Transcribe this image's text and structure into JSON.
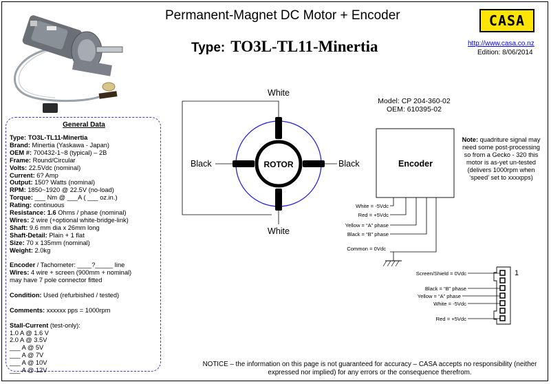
{
  "header": {
    "title": "Permanent-Magnet DC Motor + Encoder",
    "type_label": "Type:",
    "type_value": "TO3L-TL11-Minertia",
    "logo_text": "CASA",
    "url": "http://www.casa.co.nz",
    "edition": "Edition: 8/06/2014"
  },
  "general_data": {
    "heading": "General Data",
    "lines": {
      "type": {
        "label": "Type:",
        "value": " TO3L-TL11-Minertia"
      },
      "brand": {
        "label": "Brand:",
        "value": " Minertia (Yaskawa - Japan)"
      },
      "oem": {
        "label": "OEM #:",
        "value": " 700432-1~8 (typical) – 2B"
      },
      "frame": {
        "label": "Frame:",
        "value": " Round/Circular"
      },
      "volts": {
        "label": "Volts:",
        "value": " 22.5Vdc (nominal)"
      },
      "current": {
        "label": "Current:",
        "value": " 6? Amp"
      },
      "output": {
        "label": "Output:",
        "value": " 150? Watts (nominal)"
      },
      "rpm": {
        "label": "RPM:",
        "value": " 1850~1920 @ 22.5V (no-load)"
      },
      "torque": {
        "label": "Torque:",
        "value": "  ___ Nm @ ___A ( ___ oz.in.)"
      },
      "rating": {
        "label": "Rating:",
        "value": " continuous"
      },
      "resistance": {
        "label": "Resistance: 1.6",
        "value": "  Ohms / phase (nominal)"
      },
      "wires": {
        "label": "Wires:",
        "value": " 2 wire (+optional white-bridge-link)"
      },
      "shaft": {
        "label": "Shaft:",
        "value": " 9.6 mm dia x 26mm long"
      },
      "shaft_detail": {
        "label": "Shaft-Detail:",
        "value": " Plain + 1 flat"
      },
      "size": {
        "label": "Size:",
        "value": " 70 x 135mm (nominal)"
      },
      "weight": {
        "label": "Weight:",
        "value": " 2.0kg"
      },
      "encoder": {
        "label": "Encoder",
        "value": " / Tachometer: ____?_____ line"
      },
      "enc_wires": {
        "label": "Wires:",
        "value": " 4 wire + screen (900mm + nominal)"
      },
      "enc_note": "may have 7 pole connector fitted",
      "condition": {
        "label": "Condition:",
        "value": " Used (refurbished / tested)"
      },
      "comments": {
        "label": "Comments:",
        "value": " xxxxxx pps = 1000rpm"
      },
      "stall": {
        "label": "Stall-Current",
        "value": " (test-only):"
      },
      "stall_rows": [
        "1.0 A @ 1.6 V",
        "2.0 A @ 3.5V",
        "___ A @ 5V",
        "___ A @ 7V",
        "___ A @ 10V",
        "___ A @ 12V"
      ]
    }
  },
  "motor_diagram": {
    "white_top": "White",
    "white_bottom": "White",
    "black_left": "Black",
    "black_right": "Black",
    "rotor": "ROTOR"
  },
  "encoder_diagram": {
    "model": "Model: CP 204-360-02",
    "oem": "OEM: 610395-02",
    "box_label": "Encoder",
    "wires": [
      "White = -5Vdc",
      "Red = +5Vdc",
      "Yellow = “A” phase",
      "Black = “B” phase",
      "Common = 0Vdc"
    ]
  },
  "connector": {
    "pin_number": "1",
    "labels": [
      "Screen/Shield = 0Vdc",
      "Black = “B” phase",
      "Yellow = “A” phase",
      "White = -5Vdc",
      "Red = +5Vdc"
    ]
  },
  "note": {
    "label": "Note:",
    "text": " quadriture signal may need some post-processing so from a Gecko - 320 this motor is as-yet un-tested (delivers 1000rpm when ‘speed’ set to xxxxpps)"
  },
  "notice": "NOTICE – the information on this page is not guaranteed for accuracy – CASA accepts no responsibility (neither expressed nor implied) for any errors or the consequence therefrom.",
  "colors": {
    "logo_bg": "#ffe500",
    "panel_border": "#3a3acc",
    "circle": "#2222dd"
  }
}
